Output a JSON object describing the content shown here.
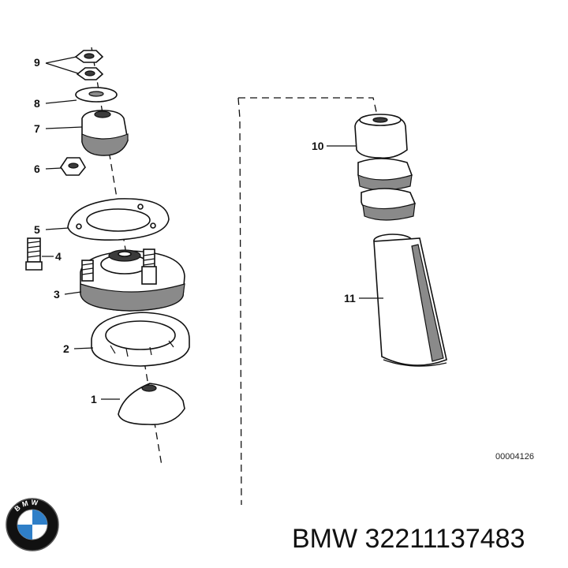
{
  "diagram": {
    "callouts": [
      {
        "id": "9",
        "label": "9"
      },
      {
        "id": "8",
        "label": "8"
      },
      {
        "id": "7",
        "label": "7"
      },
      {
        "id": "6",
        "label": "6"
      },
      {
        "id": "5",
        "label": "5"
      },
      {
        "id": "4",
        "label": "4"
      },
      {
        "id": "3",
        "label": "3"
      },
      {
        "id": "2",
        "label": "2"
      },
      {
        "id": "1",
        "label": "1"
      },
      {
        "id": "10",
        "label": "10"
      },
      {
        "id": "11",
        "label": "11"
      }
    ],
    "drawing_number": "00004126"
  },
  "footer": {
    "brand": "BMW",
    "part_number": "32211137483",
    "text": "BMW 32211137483",
    "logo_letters": "BMW"
  },
  "colors": {
    "blue": "#2f7fc8",
    "line": "#111111"
  }
}
